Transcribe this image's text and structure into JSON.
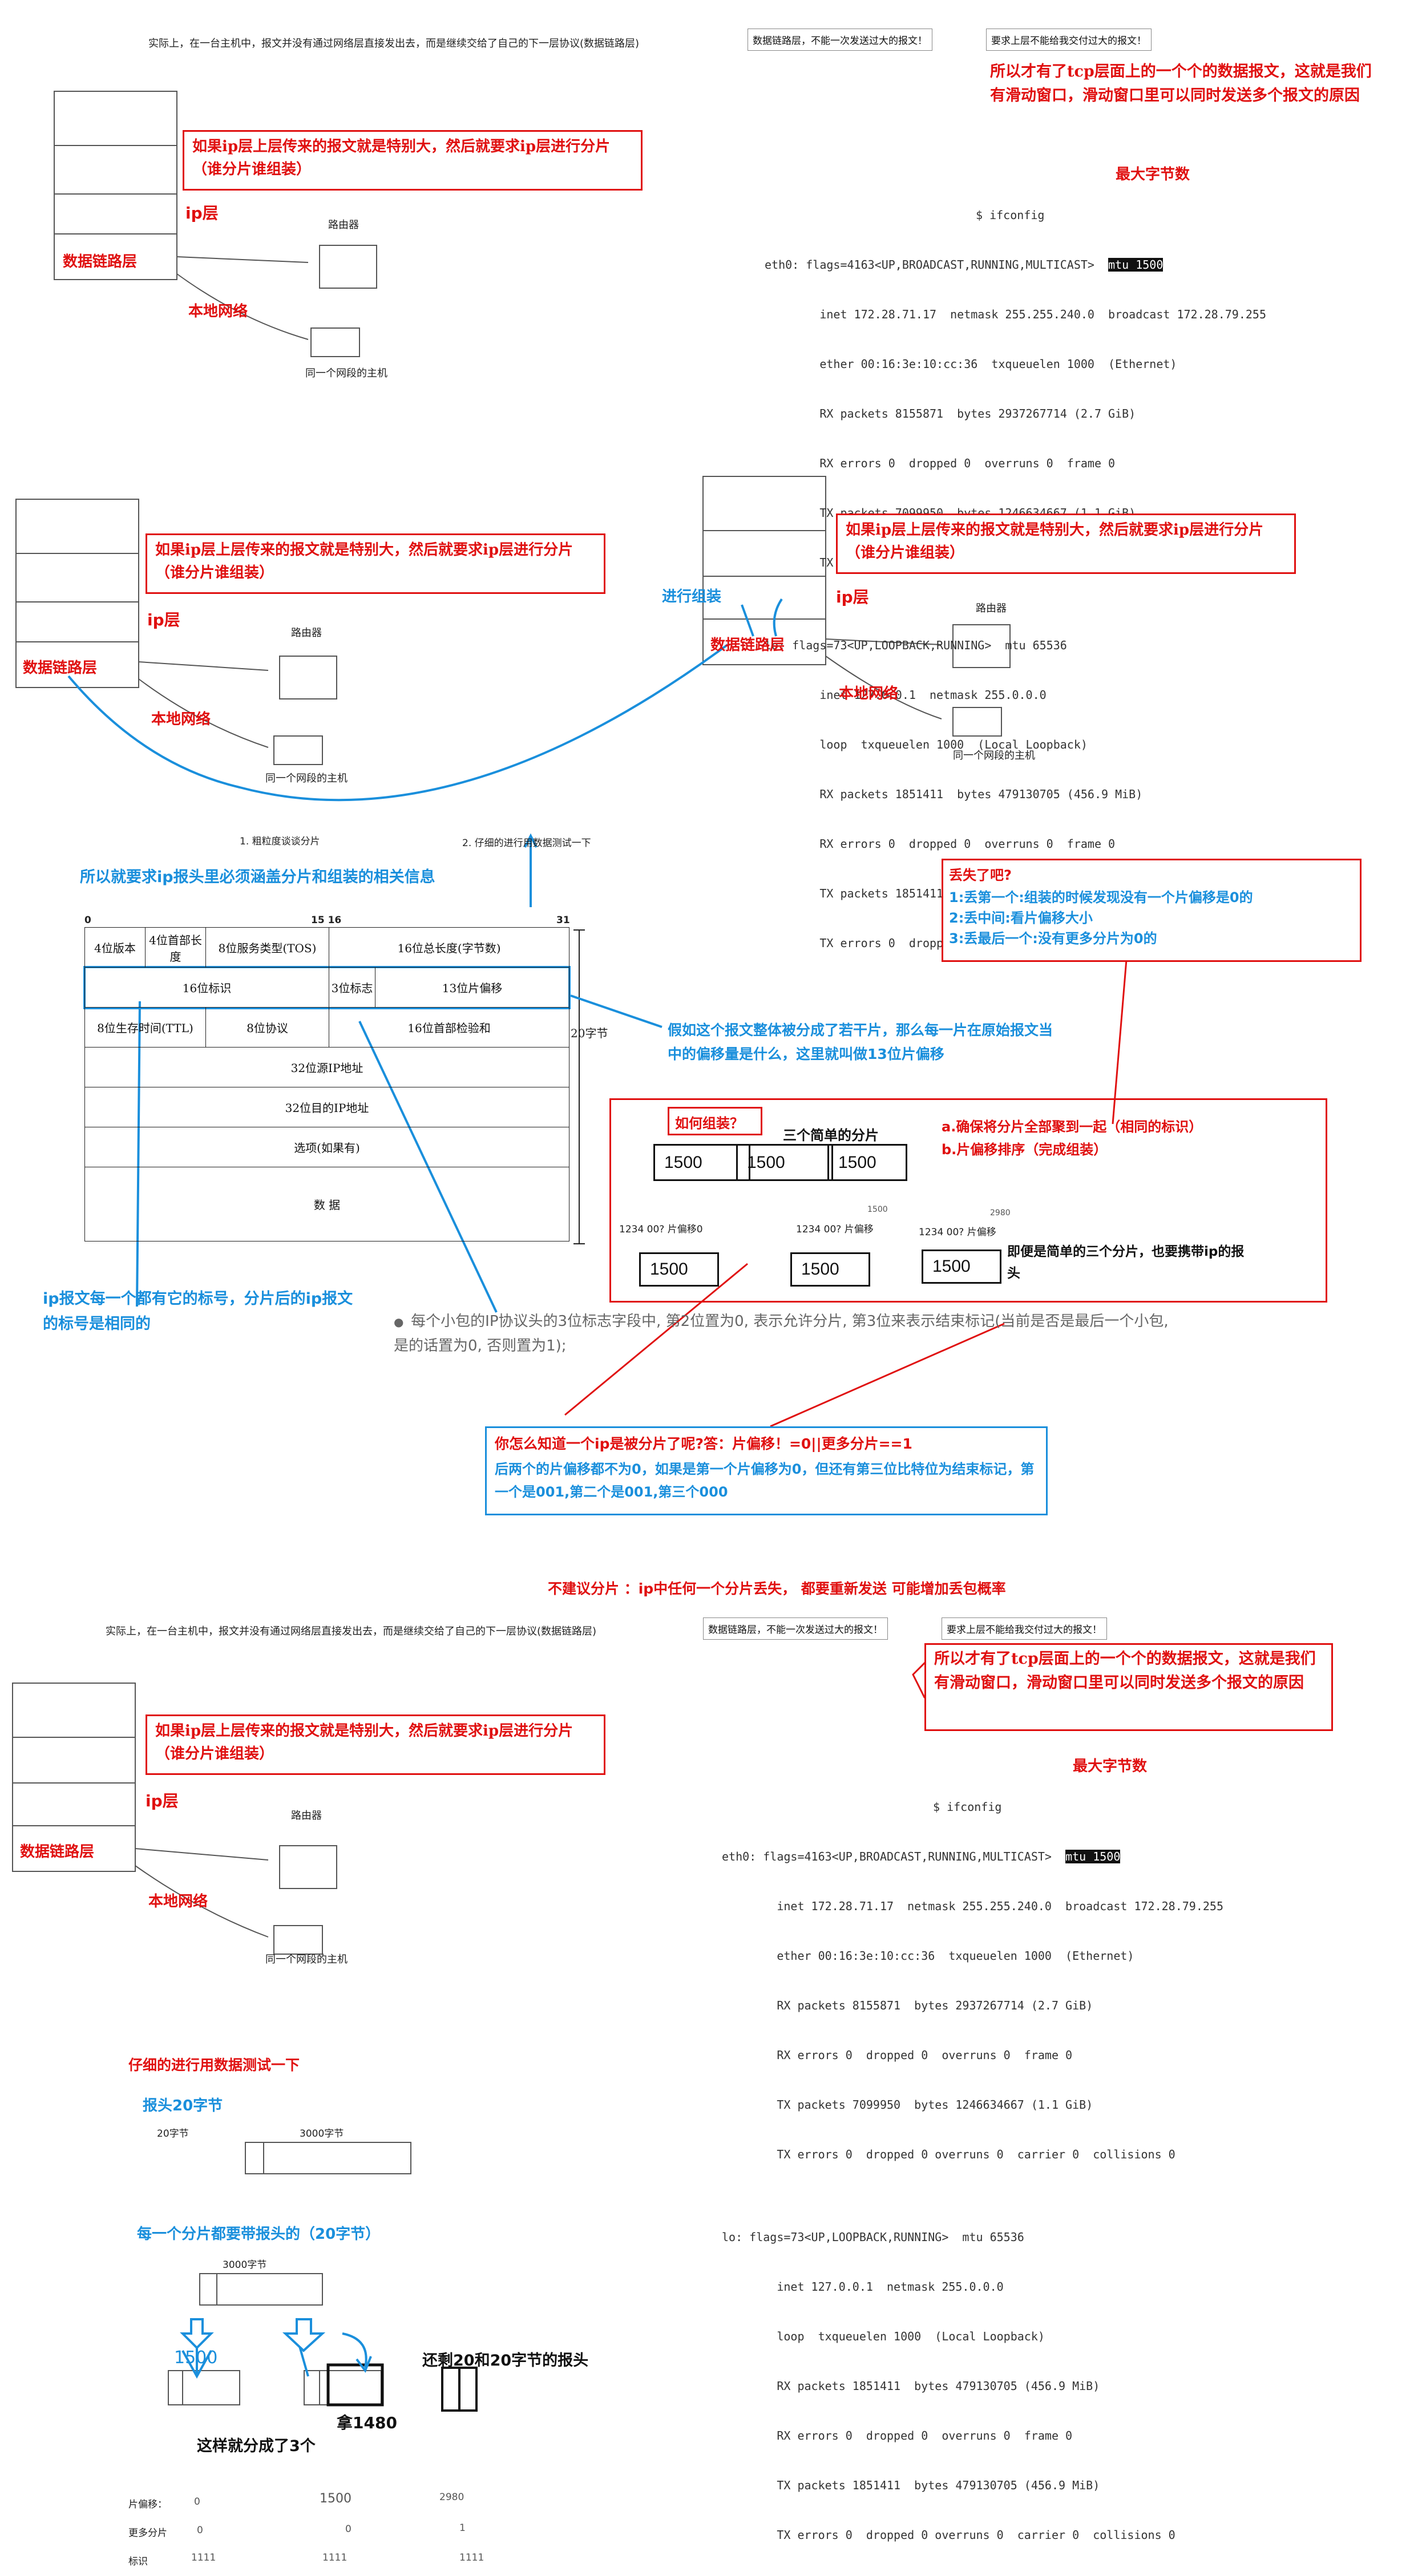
{
  "intro": {
    "text": "实际上，在一台主机中，报文并没有通过网络层直接发出去，而是继续交给了自己的下一层协议(数据链路层)",
    "box1": "数据链路层，不能一次发送过大的报文！",
    "box2": "要求上层不能给我交付过大的报文！"
  },
  "notes": {
    "tcp_reason": "所以才有了tcp层面上的一个个的数据报文，这就是我们有滑动窗口，滑动窗口里可以同时发送多个报文的原因",
    "max_bytes": "最大字节数",
    "frag_reason": "如果ip层上层传来的报文就是特别大，然后就要求ip层进行分片（谁分片谁组装）",
    "ip_layer": "ip层",
    "data_link": "数据链路层",
    "local_net": "本地网络",
    "router": "路由器",
    "same_host": "同一个网段的主机",
    "reassemble": "进行组装",
    "step1": "1.  粗粒度谈谈分片",
    "step2": "2.  仔细的进行用数据测试一下",
    "header_must": "所以就要求ip报头里必须涵盖分片和组装的相关信息",
    "offset_note": "假如这个报文整体被分成了若干片，那么每一片在原始报文当中的偏移量是什么，这里就叫做13位片偏移",
    "id_note": "ip报文每一个都有它的标号，分片后的ip报文的标号是相同的",
    "flag_bullet": "每个小包的IP协议头的3位标志字段中, 第2位置为0, 表示允许分片, 第3位来表示结束标记(当前是否是最后一个小包, 是的话置为0, 否则置为1);",
    "how_know": "你怎么知道一个ip是被分片了呢?答：片偏移！=0||更多分片==1",
    "how_know2": "后两个的片偏移都不为0，如果是第一个片偏移为0，但还有第三位比特位为结束标记，第一个是001,第二个是001,第三个000",
    "no_frag": "不建议分片  ：ip中任何一个分片丢失，  都要重新发送  可能增加丢包概率",
    "test_title": "仔细的进行用数据测试一下",
    "hdr20": "报头20字节",
    "lbl20": "20字节",
    "lbl3000": "3000字节",
    "each_frag": "每一个分片都要带报头的（20字节）",
    "remain": "还剩20和20字节的报头",
    "got3": "这样就分成了3个",
    "take1480": "拿1480"
  },
  "lost": {
    "title": "丢失了吧?",
    "items": [
      "1:丢第一个:组装的时候发现没有一个片偏移是0的",
      "2:丢中间:看片偏移大小",
      "3:丢最后一个:没有更多分片为0的"
    ]
  },
  "assemble": {
    "title": "如何组装？",
    "a": "a.确保将分片全部聚到一起（相同的标识）",
    "b": "b.片偏移排序（完成组装）",
    "three": "三个简单的分片",
    "carry": "即便是简单的三个分片，也要携带ip的报头",
    "frag_values": [
      "1500",
      "1500",
      "1500"
    ],
    "labels": [
      "1234 00? 片偏移0",
      "1234 00? 片偏移",
      "1234 00? 片偏移"
    ],
    "scribbles": [
      "1500",
      "2980"
    ]
  },
  "ifconfig": {
    "lines": [
      "$ ifconfig",
      "eth0: flags=4163<UP,BROADCAST,RUNNING,MULTICAST>  ",
      "        inet 172.28.71.17  netmask 255.255.240.0  broadcast 172.28.79.255",
      "        ether 00:16:3e:10:cc:36  txqueuelen 1000  (Ethernet)",
      "        RX packets 8155871  bytes 2937267714 (2.7 GiB)",
      "        RX errors 0  dropped 0  overruns 0  frame 0",
      "        TX packets 7099950  bytes 1246634667 (1.1 GiB)",
      "        TX errors 0  dropped 0 overruns 0  carrier 0  collisions 0",
      "",
      "lo: flags=73<UP,LOOPBACK,RUNNING>  mtu 65536",
      "        inet 127.0.0.1  netmask 255.0.0.0",
      "        loop  txqueuelen 1000  (Local Loopback)",
      "        RX packets 1851411  bytes 479130705 (456.9 MiB)",
      "        RX errors 0  dropped 0  overruns 0  frame 0",
      "        TX packets 1851411  bytes 479130705 (456.9 MiB)",
      "        TX errors 0  dropped 0 overruns 0  carrier 0  collisions 0"
    ],
    "mtu": "mtu 1500"
  },
  "header": {
    "bits": [
      "0",
      "15 16",
      "31"
    ],
    "r1": [
      "4位版本",
      "4位首部长度",
      "8位服务类型(TOS)",
      "16位总长度(字节数)"
    ],
    "r2": [
      "16位标识",
      "3位标志",
      "13位片偏移"
    ],
    "r3": [
      "8位生存时间(TTL)",
      "8位协议",
      "16位首部检验和"
    ],
    "r4": "32位源IP地址",
    "r5": "32位目的IP地址",
    "r6": "选项(如果有)",
    "r7": "数    据",
    "side": "20字节"
  },
  "table": {
    "rows": [
      {
        "label": "片偏移：",
        "v": [
          "0",
          "1500",
          "2980"
        ]
      },
      {
        "label": "更多分片",
        "v": [
          "0",
          "0",
          "1"
        ]
      },
      {
        "label": "标识",
        "v": [
          "1111",
          "1111",
          "1111"
        ]
      }
    ]
  },
  "bottom_frag": "1500"
}
